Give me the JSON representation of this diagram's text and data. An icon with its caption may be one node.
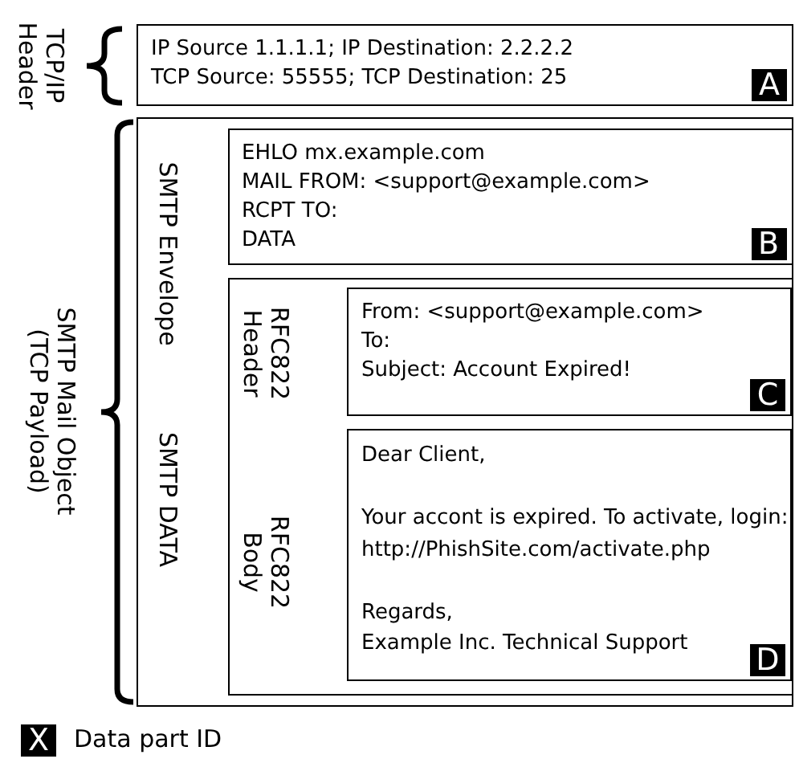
{
  "diagram": {
    "nodes": [
      {
        "text": [
          "TCP/IP Header",
          "IP Source 1.1.1.1; IP Destination: 2.2.2.2",
          "TCP Source: 55555; TCP Destination: 25",
          "A"
        ]
      },
      {
        "text": [
          "SMTP Mail Object (TCP Payload)"
        ]
      },
      {
        "text": [
          "SMTP Envelope",
          "EHLO mx.example.com",
          "MAIL FROM: <support@example.com>",
          "RCPT TO:",
          "DATA",
          "B"
        ],
        "in": 1
      },
      {
        "text": [
          "SMTP DATA"
        ],
        "in": 1
      },
      {
        "text": [
          "RFC822 Header",
          "From: <support@example.com>",
          "To:",
          "Subject: Account Expired!",
          "C"
        ],
        "in": 3
      },
      {
        "text": [
          "RFC822 Body",
          "Dear Client,",
          "Your accont is expired. To activate, login:",
          "http://PhishSite.com/activate.php",
          "Regards,",
          "Example Inc. Technical Support",
          "D"
        ],
        "in": 3
      }
    ],
    "labels": [
      "X"
    ],
    "legend": [
      {
        "text": "Data part ID"
      }
    ]
  }
}
